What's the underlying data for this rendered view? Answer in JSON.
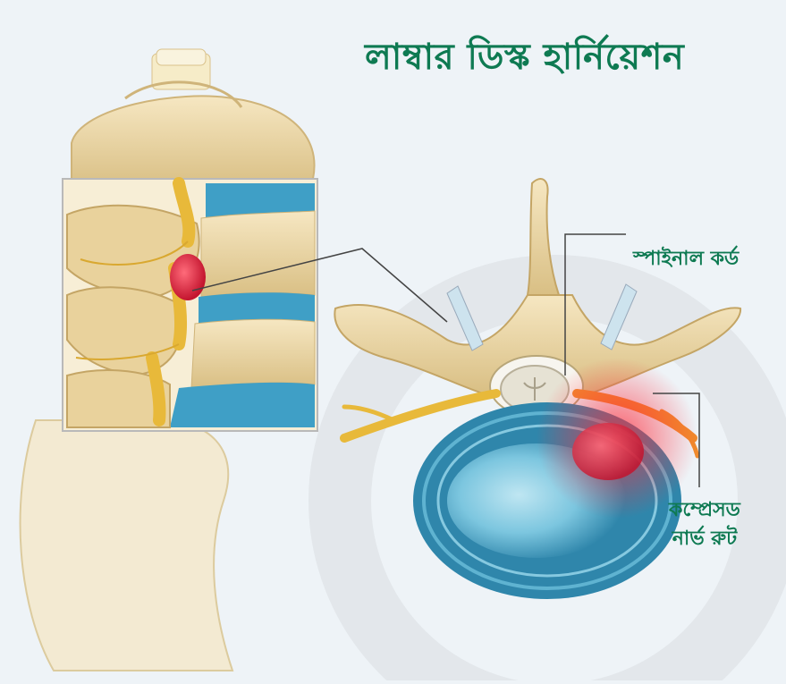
{
  "title": "লাম্বার ডিস্ক হার্নিয়েশন",
  "labels": {
    "spinal_cord": "স্পাইনাল কর্ড",
    "compressed_nerve_line1": "কম্প্রেসড",
    "compressed_nerve_line2": "নার্ভ রুট"
  },
  "colors": {
    "title": "#0e7a52",
    "bone": "#efdcae",
    "disc": "#4aa3c4",
    "nerve": "#e8b93a",
    "herniation": "#e0304a"
  }
}
